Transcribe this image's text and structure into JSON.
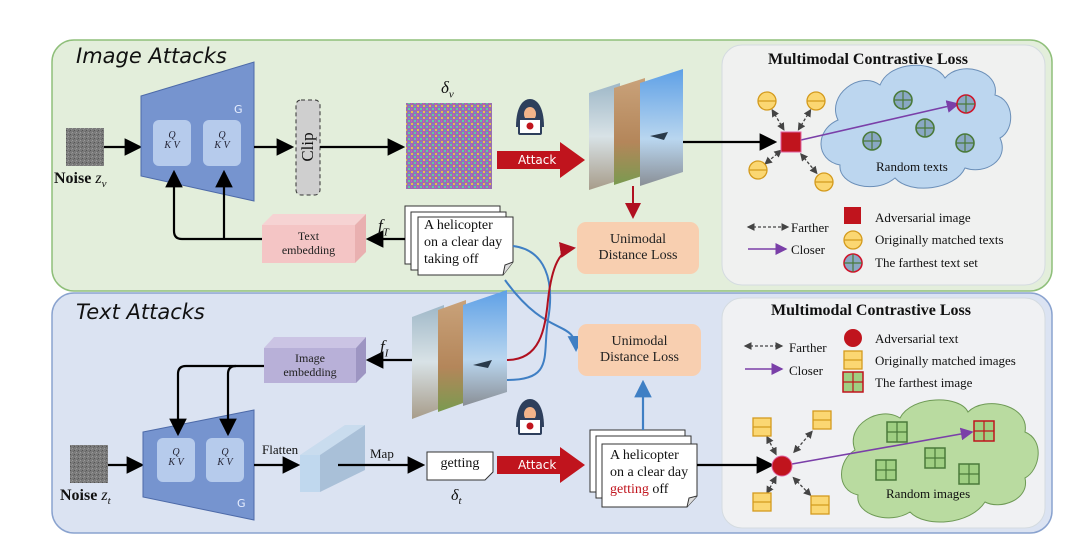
{
  "image_attacks": {
    "title": "Image Attacks",
    "noise_label": "Noise",
    "noise_var": "z",
    "noise_sub": "v",
    "generator_label": "G",
    "attention_block": {
      "q": "Q",
      "kv": "K V"
    },
    "clip_label": "Clip",
    "perturbation_label": "δ",
    "perturbation_sub": "v",
    "attack_label": "Attack",
    "text_embedding_label": [
      "Text",
      "embedding"
    ],
    "feature_label": "f",
    "feature_sub": "T",
    "caption_lines": [
      "A helicopter",
      "on a clear day",
      "taking off"
    ],
    "unimodal_loss_label": [
      "Unimodal",
      "Distance Loss"
    ],
    "contrastive": {
      "title": "Multimodal Contrastive Loss",
      "cloud_label": "Random texts",
      "legend_arrows": [
        {
          "label": "Farther"
        },
        {
          "label": "Closer"
        }
      ],
      "legend_items": [
        {
          "label": "Adversarial image"
        },
        {
          "label": "Originally matched texts"
        },
        {
          "label": "The farthest text set"
        }
      ]
    }
  },
  "text_attacks": {
    "title": "Text Attacks",
    "noise_label": "Noise",
    "noise_var": "z",
    "noise_sub": "t",
    "generator_label": "G",
    "attention_block": {
      "q": "Q",
      "kv": "K V"
    },
    "image_embedding_label": [
      "Image",
      "embedding"
    ],
    "feature_label": "f",
    "feature_sub": "I",
    "flatten_label": "Flatten",
    "map_label": "Map",
    "perturbation_word": "getting",
    "perturbation_label": "δ",
    "perturbation_sub": "t",
    "attack_label": "Attack",
    "caption_lines": [
      "A helicopter",
      "on a clear day"
    ],
    "caption_adv_word": "getting",
    "caption_tail": " off",
    "unimodal_loss_label": [
      "Unimodal",
      "Distance Loss"
    ],
    "contrastive": {
      "title": "Multimodal Contrastive Loss",
      "cloud_label": "Random images",
      "legend_arrows": [
        {
          "label": "Farther"
        },
        {
          "label": "Closer"
        }
      ],
      "legend_items": [
        {
          "label": "Adversarial text"
        },
        {
          "label": "Originally matched images"
        },
        {
          "label": "The farthest image"
        }
      ]
    }
  },
  "colors": {
    "image_panel_bg": "#e3eedb",
    "text_panel_bg": "#dbe3f2",
    "generator": "#7694cf",
    "text_embedding": "#f4c5c5",
    "image_embedding": "#b8b0d8",
    "unimodal_box": "#f8cfb0",
    "attack_red": "#c0141d",
    "closer_arrow": "#7a3fa8",
    "blue_arrow": "#3f7fc4"
  }
}
